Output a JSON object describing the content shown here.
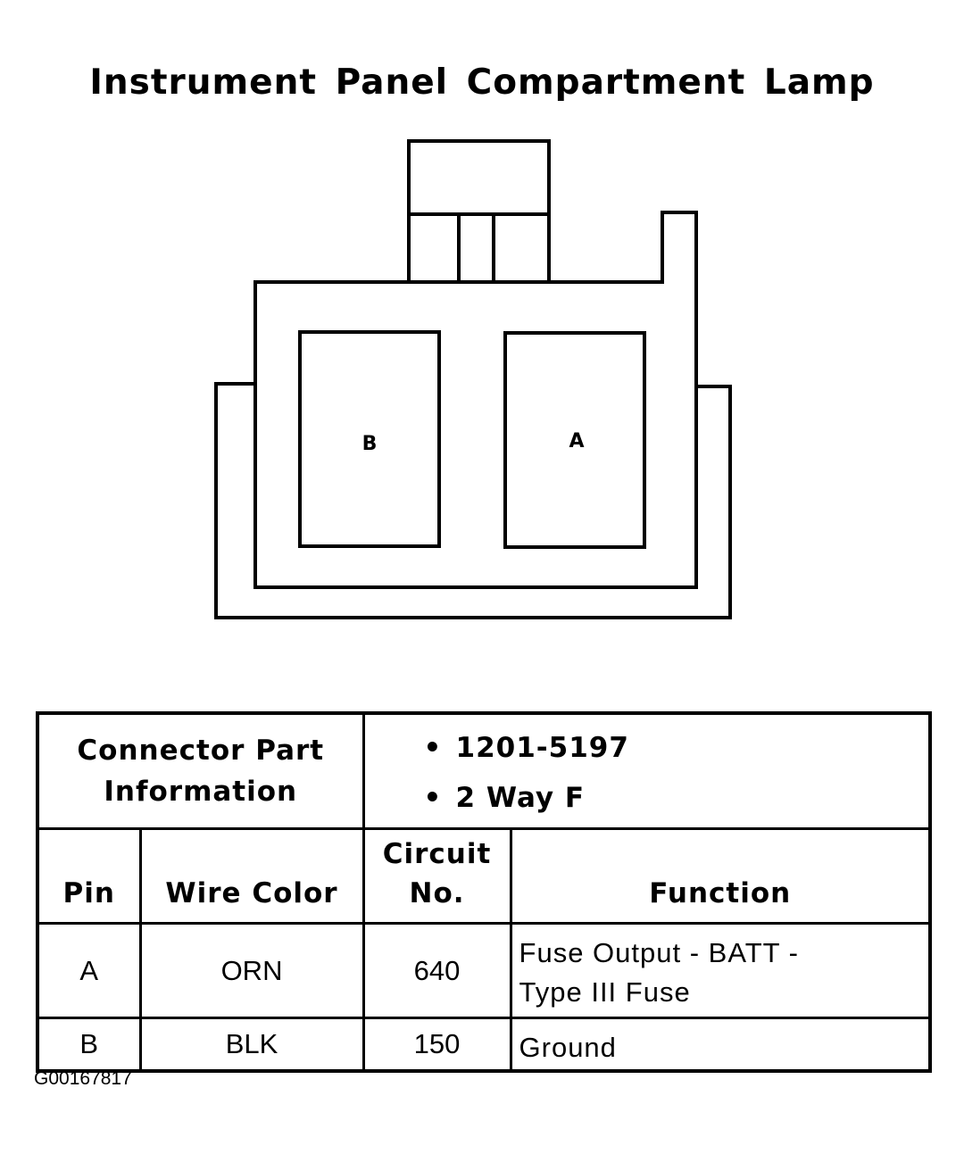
{
  "title": "Instrument Panel Compartment Lamp",
  "connector": {
    "cavities": [
      {
        "label": "B"
      },
      {
        "label": "A"
      }
    ]
  },
  "part_info": {
    "label_line1": "Connector Part",
    "label_line2": "Information",
    "items": [
      "1201-5197",
      "2 Way F"
    ]
  },
  "table": {
    "headers": {
      "pin": "Pin",
      "wire_color": "Wire Color",
      "circuit_line1": "Circuit",
      "circuit_line2": "No.",
      "function": "Function"
    },
    "rows": [
      {
        "pin": "A",
        "wire_color": "ORN",
        "circuit": "640",
        "function_line1": "Fuse Output - BATT -",
        "function_line2": "Type III Fuse"
      },
      {
        "pin": "B",
        "wire_color": "BLK",
        "circuit": "150",
        "function_line1": "Ground",
        "function_line2": ""
      }
    ]
  },
  "image_id": "G00167817"
}
